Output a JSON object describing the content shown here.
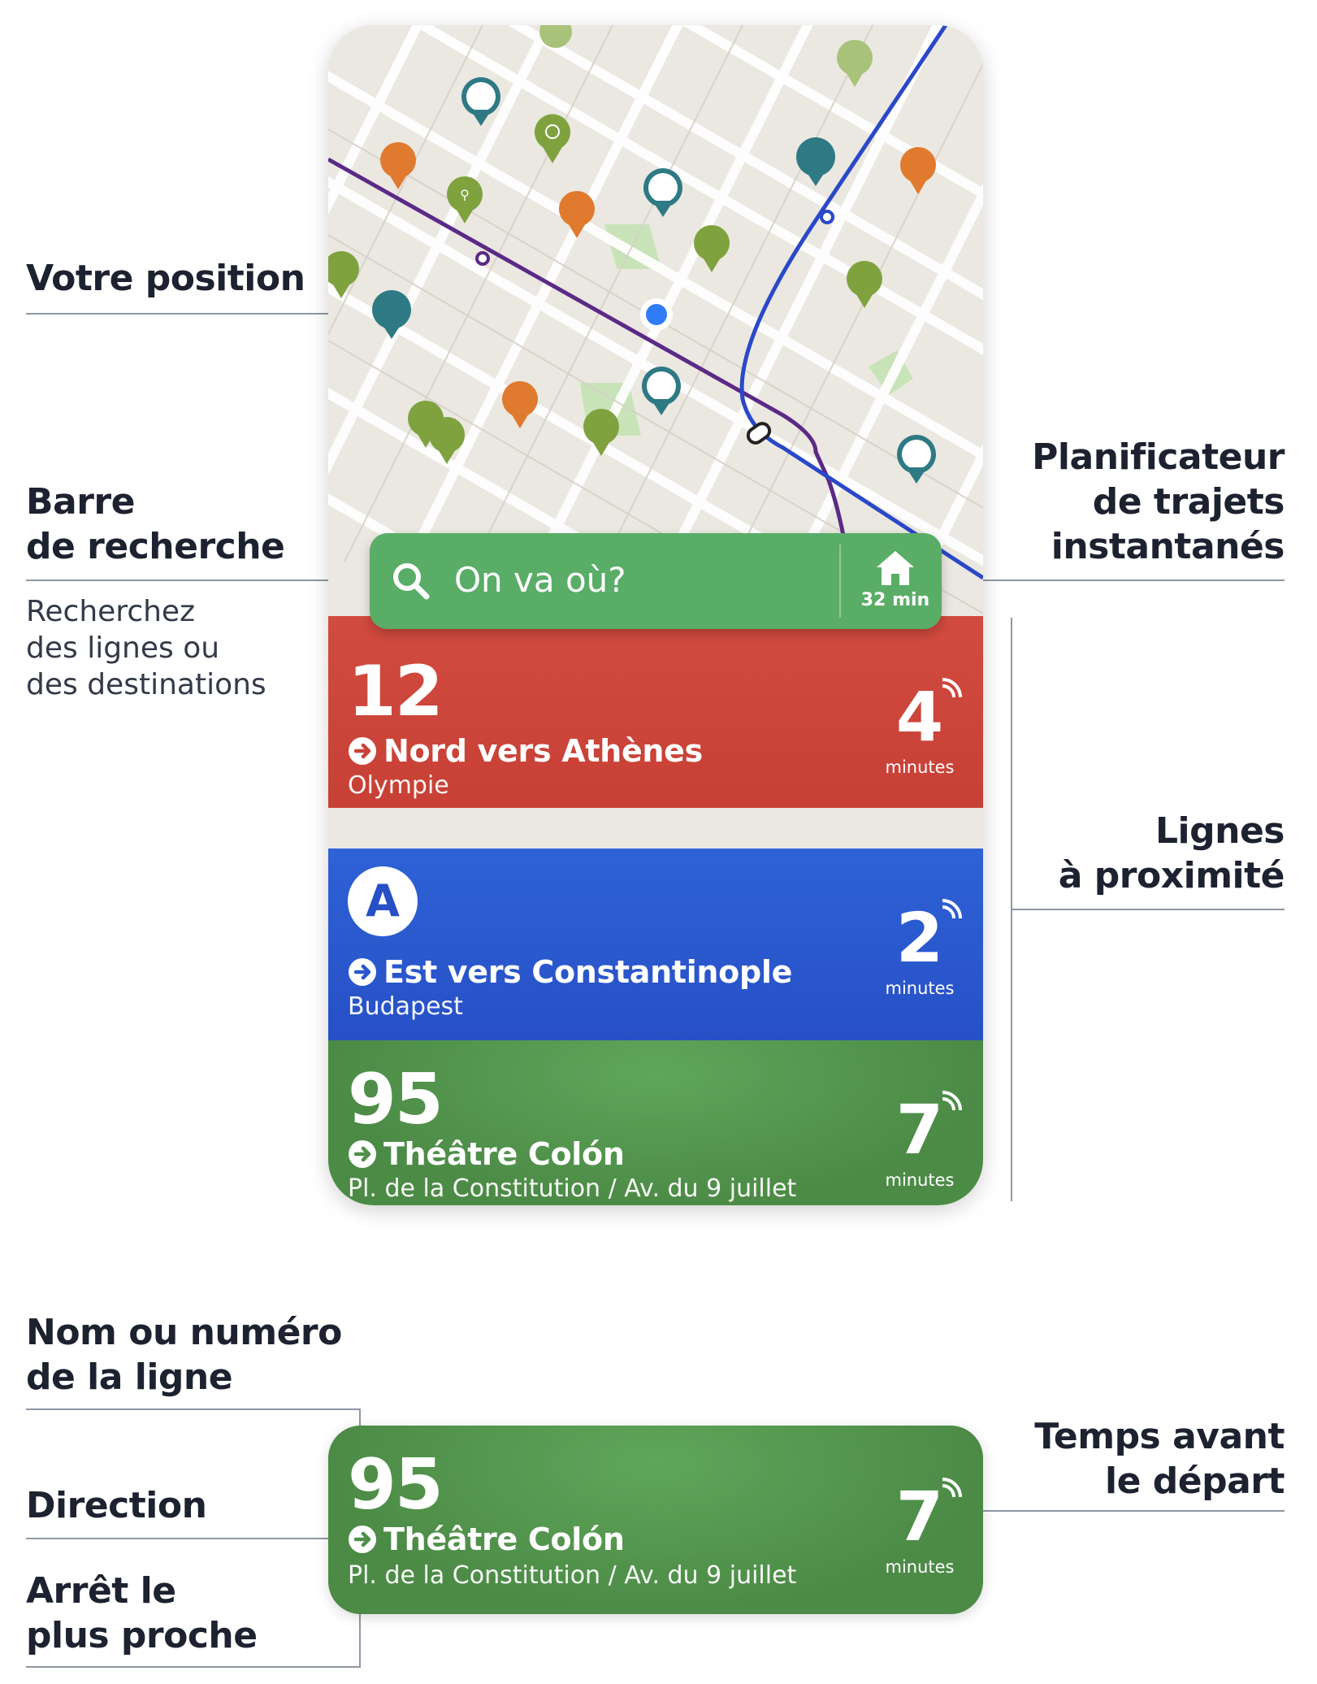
{
  "annotations": {
    "position": "Votre position",
    "search_title": "Barre\nde recherche",
    "search_sub": "Recherchez\ndes lignes ou\ndes destinations",
    "planner": "Planificateur\nde trajets\ninstantanés",
    "nearby": "Lignes\nà proximité",
    "line_name": "Nom ou numéro\nde la ligne",
    "direction": "Direction",
    "nearest_stop": "Arrêt le\nplus proche",
    "departure": "Temps avant\nle départ"
  },
  "search": {
    "placeholder": "On va où?",
    "home_time": "32 min"
  },
  "lines": [
    {
      "number": "12",
      "direction": "Nord vers Athènes",
      "stop": "Olympie",
      "minutes": "4",
      "minutes_label": "minutes",
      "color": "#c94237"
    },
    {
      "number": "A",
      "direction": "Est vers Constantinople",
      "stop": "Budapest",
      "minutes": "2",
      "minutes_label": "minutes",
      "color": "#2a57cc"
    },
    {
      "number": "95",
      "direction": "Théâtre Colón",
      "stop": "Pl. de la Constitution / Av. du 9 juillet",
      "minutes": "7",
      "minutes_label": "minutes",
      "color": "#4f8f49"
    }
  ],
  "detail": {
    "number": "95",
    "direction": "Théâtre Colón",
    "stop": "Pl. de la Constitution / Av. du 9 juillet",
    "minutes": "7",
    "minutes_label": "minutes"
  },
  "colors": {
    "scooter": "#7fa23f",
    "bike": "#2e7a84",
    "car": "#e07a2e",
    "metro_purple": "#5b2a86",
    "metro_blue": "#2a48c8",
    "user_dot": "#2f7cf6"
  }
}
